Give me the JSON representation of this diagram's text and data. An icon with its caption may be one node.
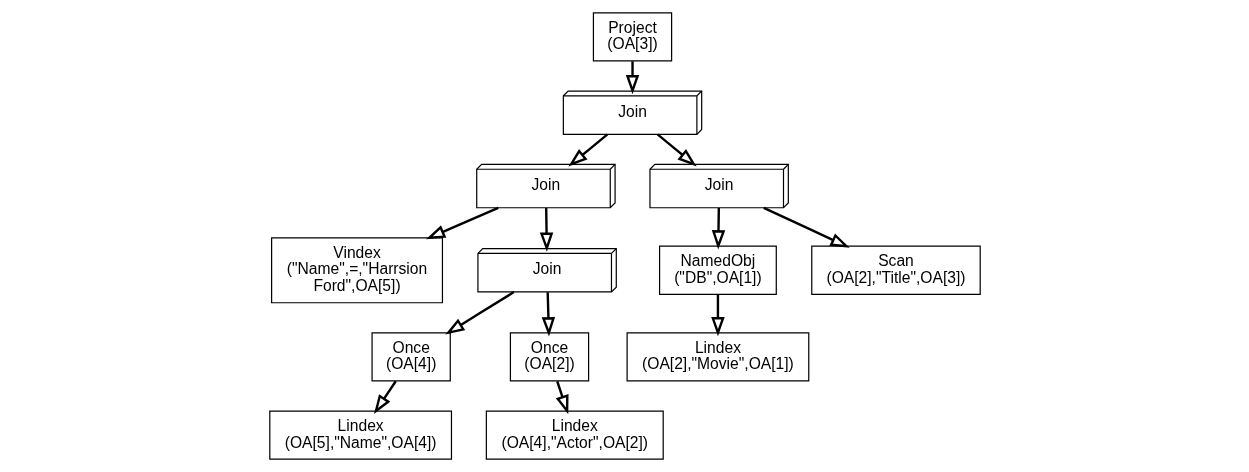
{
  "diagram": {
    "nodes": [
      {
        "text": [
          "Project (OA[3])"
        ]
      },
      {
        "text": [
          "Join"
        ]
      },
      {
        "text": [
          "Join"
        ]
      },
      {
        "text": [
          "Join"
        ]
      },
      {
        "text": [
          "Vindex (\"Name\",=,\"Harrsion Ford\",OA[5])"
        ]
      },
      {
        "text": [
          "Join"
        ]
      },
      {
        "text": [
          "NamedObj (\"DB\",OA[1])"
        ]
      },
      {
        "text": [
          "Scan (OA[2],\"Title\",OA[3])"
        ]
      },
      {
        "text": [
          "Once (OA[4])"
        ]
      },
      {
        "text": [
          "Once (OA[2])"
        ]
      },
      {
        "text": [
          "Lindex (OA[5],\"Name\",OA[4])"
        ]
      },
      {
        "text": [
          "Lindex (OA[4],\"Actor\",OA[2])"
        ]
      },
      {
        "text": [
          "Lindex (OA[2],\"Movie\",OA[1])"
        ]
      }
    ],
    "edges": [
      {
        "from": 0,
        "to": 1,
        "arrow": "to"
      },
      {
        "from": 1,
        "to": 2,
        "arrow": "to"
      },
      {
        "from": 1,
        "to": 3,
        "arrow": "to"
      },
      {
        "from": 2,
        "to": 4,
        "arrow": "to"
      },
      {
        "from": 2,
        "to": 5,
        "arrow": "to"
      },
      {
        "from": 5,
        "to": 8,
        "arrow": "to"
      },
      {
        "from": 5,
        "to": 9,
        "arrow": "to"
      },
      {
        "from": 8,
        "to": 10,
        "arrow": "to"
      },
      {
        "from": 9,
        "to": 11,
        "arrow": "to"
      },
      {
        "from": 3,
        "to": 6,
        "arrow": "to"
      },
      {
        "from": 3,
        "to": 7,
        "arrow": "to"
      },
      {
        "from": 6,
        "to": 12,
        "arrow": "to"
      }
    ]
  }
}
